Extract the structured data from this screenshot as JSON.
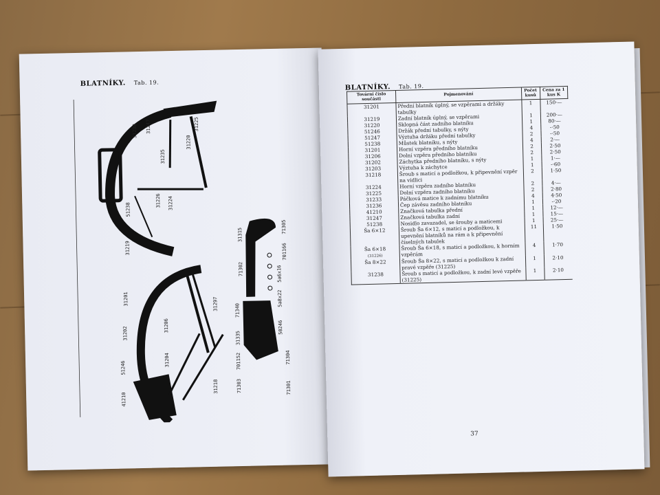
{
  "left_page": {
    "heading": "BLATNÍKY.",
    "tab": "Tab. 19.",
    "figure_labels": {
      "front_fender": [
        "31247",
        "31238",
        "31235",
        "31220",
        "31219",
        "51238",
        "31226",
        "31224",
        "31225"
      ],
      "rear_fender": [
        "31201",
        "31202",
        "31206",
        "31204",
        "31297",
        "51246",
        "41210",
        "31218"
      ],
      "stand": [
        "31315",
        "71302",
        "71305",
        "701166",
        "5a6x16",
        "5a8x22",
        "50246",
        "71340",
        "31335",
        "701152",
        "71304",
        "71303",
        "71301"
      ]
    }
  },
  "right_page": {
    "heading": "BLATNÍKY.",
    "tab": "Tab. 19.",
    "page_number": "37",
    "table": {
      "headers": {
        "part_number": "Tovární číslo součásti",
        "name": "Pojmenování",
        "quantity": "Počet kusů",
        "price": "Cena za 1 kus K"
      },
      "rows": [
        {
          "num": "31201",
          "sub": "",
          "name": "Přední blatník úplný, se vzpěrami a držáky tabulky",
          "qty": "1",
          "price": "150·—"
        },
        {
          "num": "31219",
          "sub": "",
          "name": "Zadní blatník úplný, se vzpěrami",
          "qty": "1",
          "price": "200·—"
        },
        {
          "num": "31220",
          "sub": "",
          "name": "Sklopná část zadního blatníku",
          "qty": "1",
          "price": "80·—"
        },
        {
          "num": "51246",
          "sub": "",
          "name": "Držák přední tabulky, s nýty",
          "qty": "4",
          "price": "-·50"
        },
        {
          "num": "51247",
          "sub": "",
          "name": "Výztuha držáku přední tabulky",
          "qty": "2",
          "price": "-·50"
        },
        {
          "num": "51238",
          "sub": "",
          "name": "Můstek blatníku, s nýty",
          "qty": "4",
          "price": "2·—"
        },
        {
          "num": "31201",
          "sub": "",
          "name": "Horní vzpěra předního blatníku",
          "qty": "2",
          "price": "2·50"
        },
        {
          "num": "31206",
          "sub": "",
          "name": "Dolní vzpěra předního blatníku",
          "qty": "2",
          "price": "2·50"
        },
        {
          "num": "31202",
          "sub": "",
          "name": "Záchytka předního blatníku, s nýty",
          "qty": "1",
          "price": "1·—"
        },
        {
          "num": "31203",
          "sub": "",
          "name": "Výztuha k záchytce",
          "qty": "1",
          "price": "-·60"
        },
        {
          "num": "31218",
          "sub": "",
          "name": "Šroub s maticí a podložkou, k připevnění vzpěr na vidlici",
          "qty": "2",
          "price": "1·50"
        },
        {
          "num": "31224",
          "sub": "",
          "name": "Horní vzpěra zadního blatníku",
          "qty": "2",
          "price": "4·—"
        },
        {
          "num": "31225",
          "sub": "",
          "name": "Dolní vzpěra zadního blatníku",
          "qty": "2",
          "price": "2·80"
        },
        {
          "num": "31233",
          "sub": "",
          "name": "Páčková matice k zadnímu blatníku",
          "qty": "4",
          "price": "4·50"
        },
        {
          "num": "31236",
          "sub": "",
          "name": "Čep závěsu zadního blatníku",
          "qty": "1",
          "price": "-·20"
        },
        {
          "num": "41210",
          "sub": "",
          "name": "Značková tabulka přední",
          "qty": "1",
          "price": "12·—"
        },
        {
          "num": "31247",
          "sub": "",
          "name": "Značková tabulka zadní",
          "qty": "1",
          "price": "15·—"
        },
        {
          "num": "51238",
          "sub": "",
          "name": "Nosidlo zavazadel, se šrouby a maticemi",
          "qty": "1",
          "price": "25·—"
        },
        {
          "num": "Ša 6×12",
          "sub": "",
          "name": "Šroub Ša 6×12, s maticí a podložkou, k upevnění blatníků na rám a k připevnění číselných tabulek",
          "qty": "11",
          "price": "1·50"
        },
        {
          "num": "Ša 6×18",
          "sub": "(31226)",
          "name": "Šroub Ša 6×18, s maticí a podložkou, k horním vzpěrám",
          "qty": "4",
          "price": "1·70"
        },
        {
          "num": "Ša 8×22",
          "sub": "",
          "name": "Šroub Ša 8×22, s maticí a podložkou k zadní pravé vzpěře (31225)",
          "qty": "1",
          "price": "2·10"
        },
        {
          "num": "31238",
          "sub": "",
          "name": "Šroub s maticí a podložkou, k zadní levé vzpěře (31225)",
          "qty": "1",
          "price": "2·10"
        }
      ]
    }
  }
}
